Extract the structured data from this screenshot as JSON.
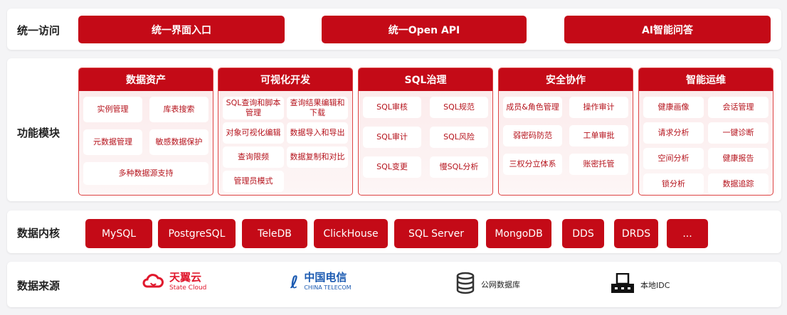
{
  "access": {
    "label": "统一访问",
    "buttons": [
      "统一界面入口",
      "统一Open API",
      "AI智能问答"
    ]
  },
  "modules": {
    "label": "功能模块",
    "cards": [
      {
        "title": "数据资产",
        "items": [
          "实例管理",
          "库表搜索",
          "元数据管理",
          "敏感数据保护",
          "多种数据源支持"
        ]
      },
      {
        "title": "可视化开发",
        "items": [
          "SQL查询和脚本管理",
          "查询结果编辑和下载",
          "对象可视化编辑",
          "数据导入和导出",
          "查询限频",
          "数据复制和对比",
          "管理员模式"
        ]
      },
      {
        "title": "SQL治理",
        "items": [
          "SQL审核",
          "SQL规范",
          "SQL审计",
          "SQL风险",
          "SQL变更",
          "慢SQL分析"
        ]
      },
      {
        "title": "安全协作",
        "items": [
          "成员&角色管理",
          "操作审计",
          "弱密码防范",
          "工单审批",
          "三权分立体系",
          "账密托管"
        ]
      },
      {
        "title": "智能运维",
        "items": [
          "健康画像",
          "会话管理",
          "请求分析",
          "一键诊断",
          "空间分析",
          "健康报告",
          "锁分析",
          "数据追踪"
        ]
      }
    ]
  },
  "kernel": {
    "label": "数据内核",
    "items": [
      "MySQL",
      "PostgreSQL",
      "TeleDB",
      "ClickHouse",
      "SQL Server",
      "MongoDB",
      "DDS",
      "DRDS",
      "..."
    ]
  },
  "sources": {
    "label": "数据来源",
    "state_cloud": {
      "cn": "天翼云",
      "en": "State Cloud"
    },
    "telecom": {
      "cn": "中国电信",
      "en": "CHINA TELECOM"
    },
    "public_db": "公网数据库",
    "local_idc": "本地IDC"
  }
}
